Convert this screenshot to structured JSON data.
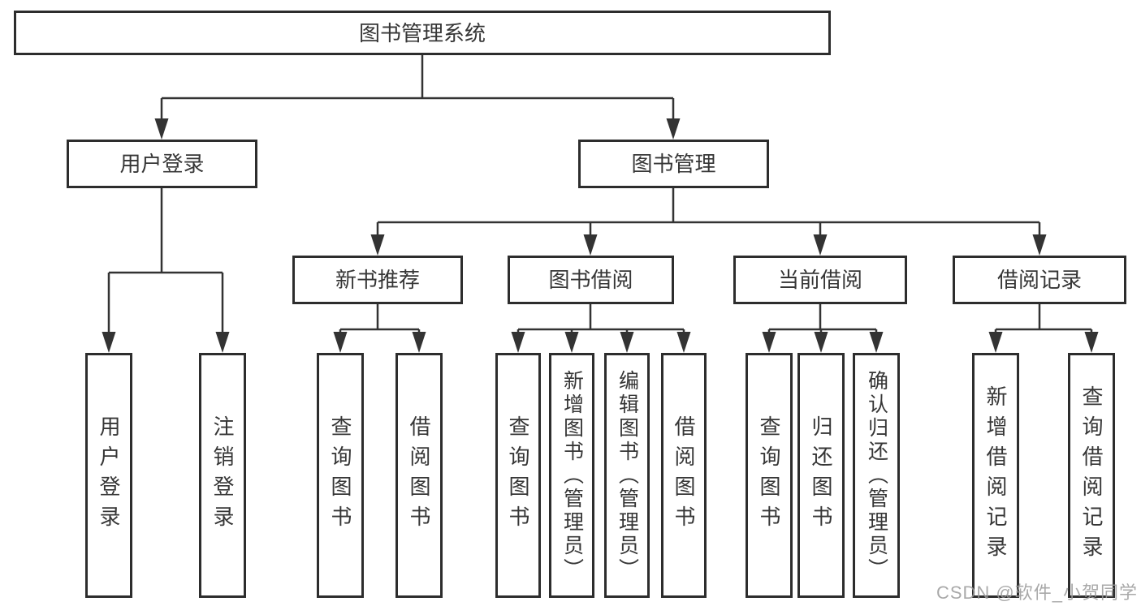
{
  "diagram": {
    "root": {
      "label": "图书管理系统"
    },
    "branches": [
      {
        "label": "用户登录",
        "children": [
          {
            "label": "用户登录"
          },
          {
            "label": "注销登录"
          }
        ]
      },
      {
        "label": "图书管理",
        "children": [
          {
            "label": "新书推荐",
            "children": [
              {
                "label": "查询图书"
              },
              {
                "label": "借阅图书"
              }
            ]
          },
          {
            "label": "图书借阅",
            "children": [
              {
                "label": "查询图书"
              },
              {
                "label": "新增图书（管理员）"
              },
              {
                "label": "编辑图书（管理员）"
              },
              {
                "label": "借阅图书"
              }
            ]
          },
          {
            "label": "当前借阅",
            "children": [
              {
                "label": "查询图书"
              },
              {
                "label": "归还图书"
              },
              {
                "label": "确认归还（管理员）"
              }
            ]
          },
          {
            "label": "借阅记录",
            "children": [
              {
                "label": "新增借阅记录"
              },
              {
                "label": "查询借阅记录"
              }
            ]
          }
        ]
      }
    ]
  },
  "watermark": "CSDN @软件_小贺同学",
  "colors": {
    "line": "#333333",
    "border": "#2d2d2d",
    "text": "#363636",
    "bg": "#ffffff",
    "watermark": "#9b9b9b"
  }
}
